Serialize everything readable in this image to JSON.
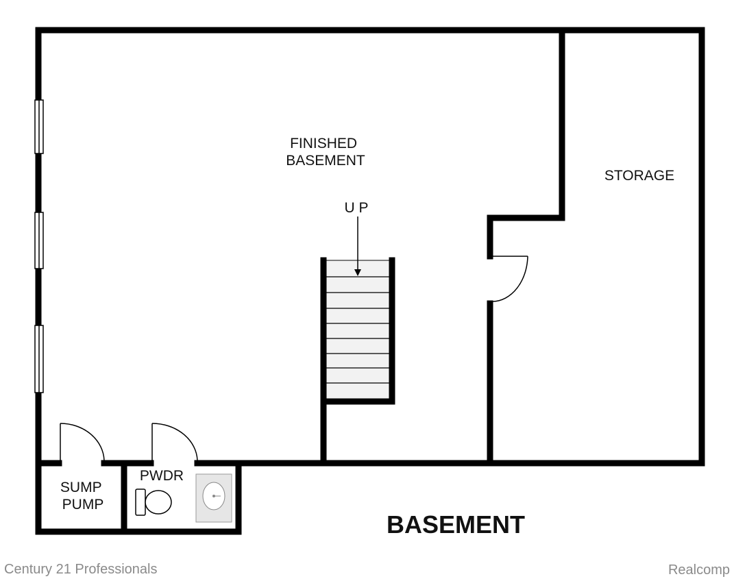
{
  "rooms": {
    "finished_basement": [
      "FINISHED",
      "BASEMENT"
    ],
    "storage": "STORAGE",
    "sump_pump": [
      "SUMP",
      "PUMP"
    ],
    "powder_room": "PWDR"
  },
  "stairs": {
    "label": "U P"
  },
  "floor_title": "BASEMENT",
  "footer": {
    "left": "Century 21 Professionals",
    "right": "Realcomp"
  },
  "colors": {
    "wall": "#000000",
    "stair_fill": "#f2f2f2",
    "sink_fill": "#e6e6e6",
    "footer_text": "#8a8a8a"
  }
}
